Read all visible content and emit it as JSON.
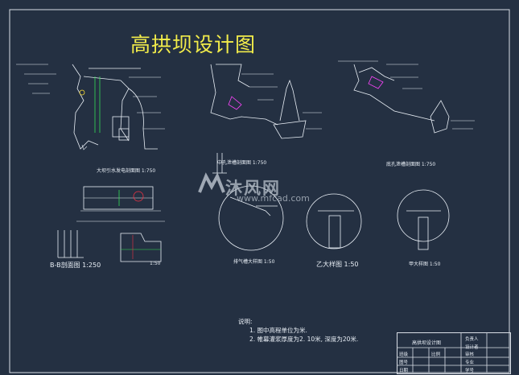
{
  "title": "高拱坝设计图",
  "views": {
    "v1": "大坝引水发电剖面图 1:750",
    "v2": "中孔泄槽剖面图 1:750",
    "v3": "底孔泄槽剖面图 1:750",
    "v4": "排气槽大样图 1:50",
    "v5": "乙大样图 1:50",
    "v6": "甲大样图 1:50",
    "v7": "B-B剖面图 1:250",
    "v8": "1:50"
  },
  "notes": {
    "heading": "说明:",
    "item1": "1. 图中高程单位为米.",
    "item2": "2. 帷幕灌浆厚度为2. 10米, 深度为20米."
  },
  "title_block": {
    "name": "高拱坝设计图",
    "c1": "负责人",
    "c2": "设计者",
    "c3": "审核",
    "c4": "学号",
    "c5": "班级",
    "c6": "比例",
    "c7": "图号",
    "c8": "日期",
    "c9": "专业"
  },
  "watermark": {
    "text": "沐风网",
    "url": "www.mfcad.com"
  },
  "colors": {
    "background": "#243042",
    "lines": "#e8eef5",
    "title": "#f2ec4a",
    "accent_green": "#33dd55",
    "accent_red": "#ee3344",
    "accent_magenta": "#ff44ff"
  }
}
